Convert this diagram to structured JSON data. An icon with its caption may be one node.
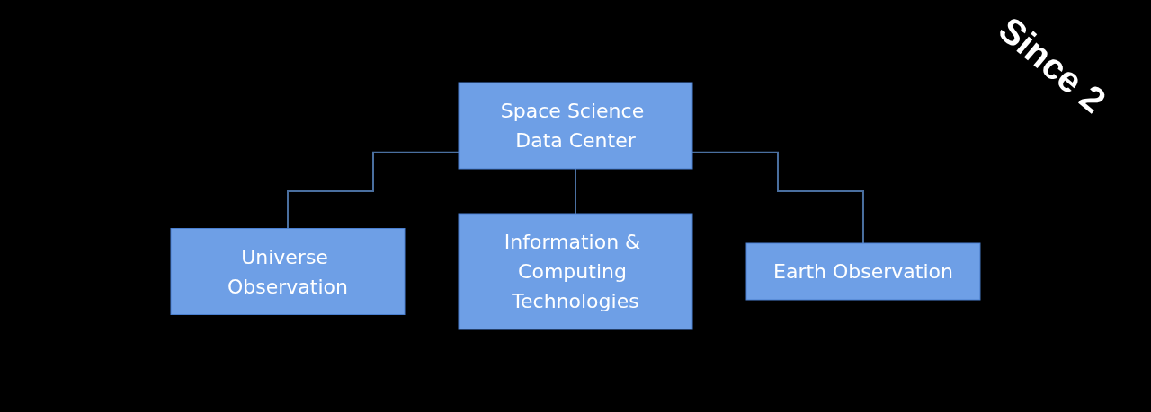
{
  "diagram": {
    "nodes": [
      {
        "text": [
          "Space Science Data Center"
        ]
      },
      {
        "text": [
          "Universe Observation"
        ]
      },
      {
        "text": [
          "Information & Computing Technologies"
        ]
      },
      {
        "text": [
          "Earth Observation"
        ]
      }
    ],
    "edges": [
      {
        "from": 0,
        "to": 1,
        "arrow": "none"
      },
      {
        "from": 0,
        "to": 2,
        "arrow": "none"
      },
      {
        "from": 0,
        "to": 3,
        "arrow": "none"
      }
    ],
    "labels": [
      "Since 2"
    ]
  }
}
